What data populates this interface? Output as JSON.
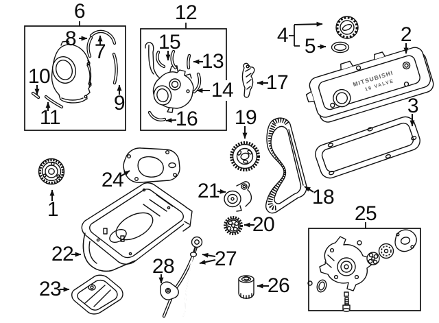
{
  "figure": {
    "background": "#ffffff",
    "ink": "#111111"
  },
  "callouts": {
    "c1": "1",
    "c2": "2",
    "c3": "3",
    "c4": "4",
    "c5": "5",
    "c6": "6",
    "c7": "7",
    "c8": "8",
    "c9": "9",
    "c10": "10",
    "c11": "11",
    "c12": "12",
    "c13": "13",
    "c14": "14",
    "c15": "15",
    "c16": "16",
    "c17": "17",
    "c18": "18",
    "c19": "19",
    "c20": "20",
    "c21": "21",
    "c22": "22",
    "c23": "23",
    "c24": "24",
    "c25": "25",
    "c26": "26",
    "c27": "27",
    "c28": "28"
  },
  "valve_cover": {
    "brand": "MITSUBISHI",
    "spec": "16 VALVE"
  }
}
